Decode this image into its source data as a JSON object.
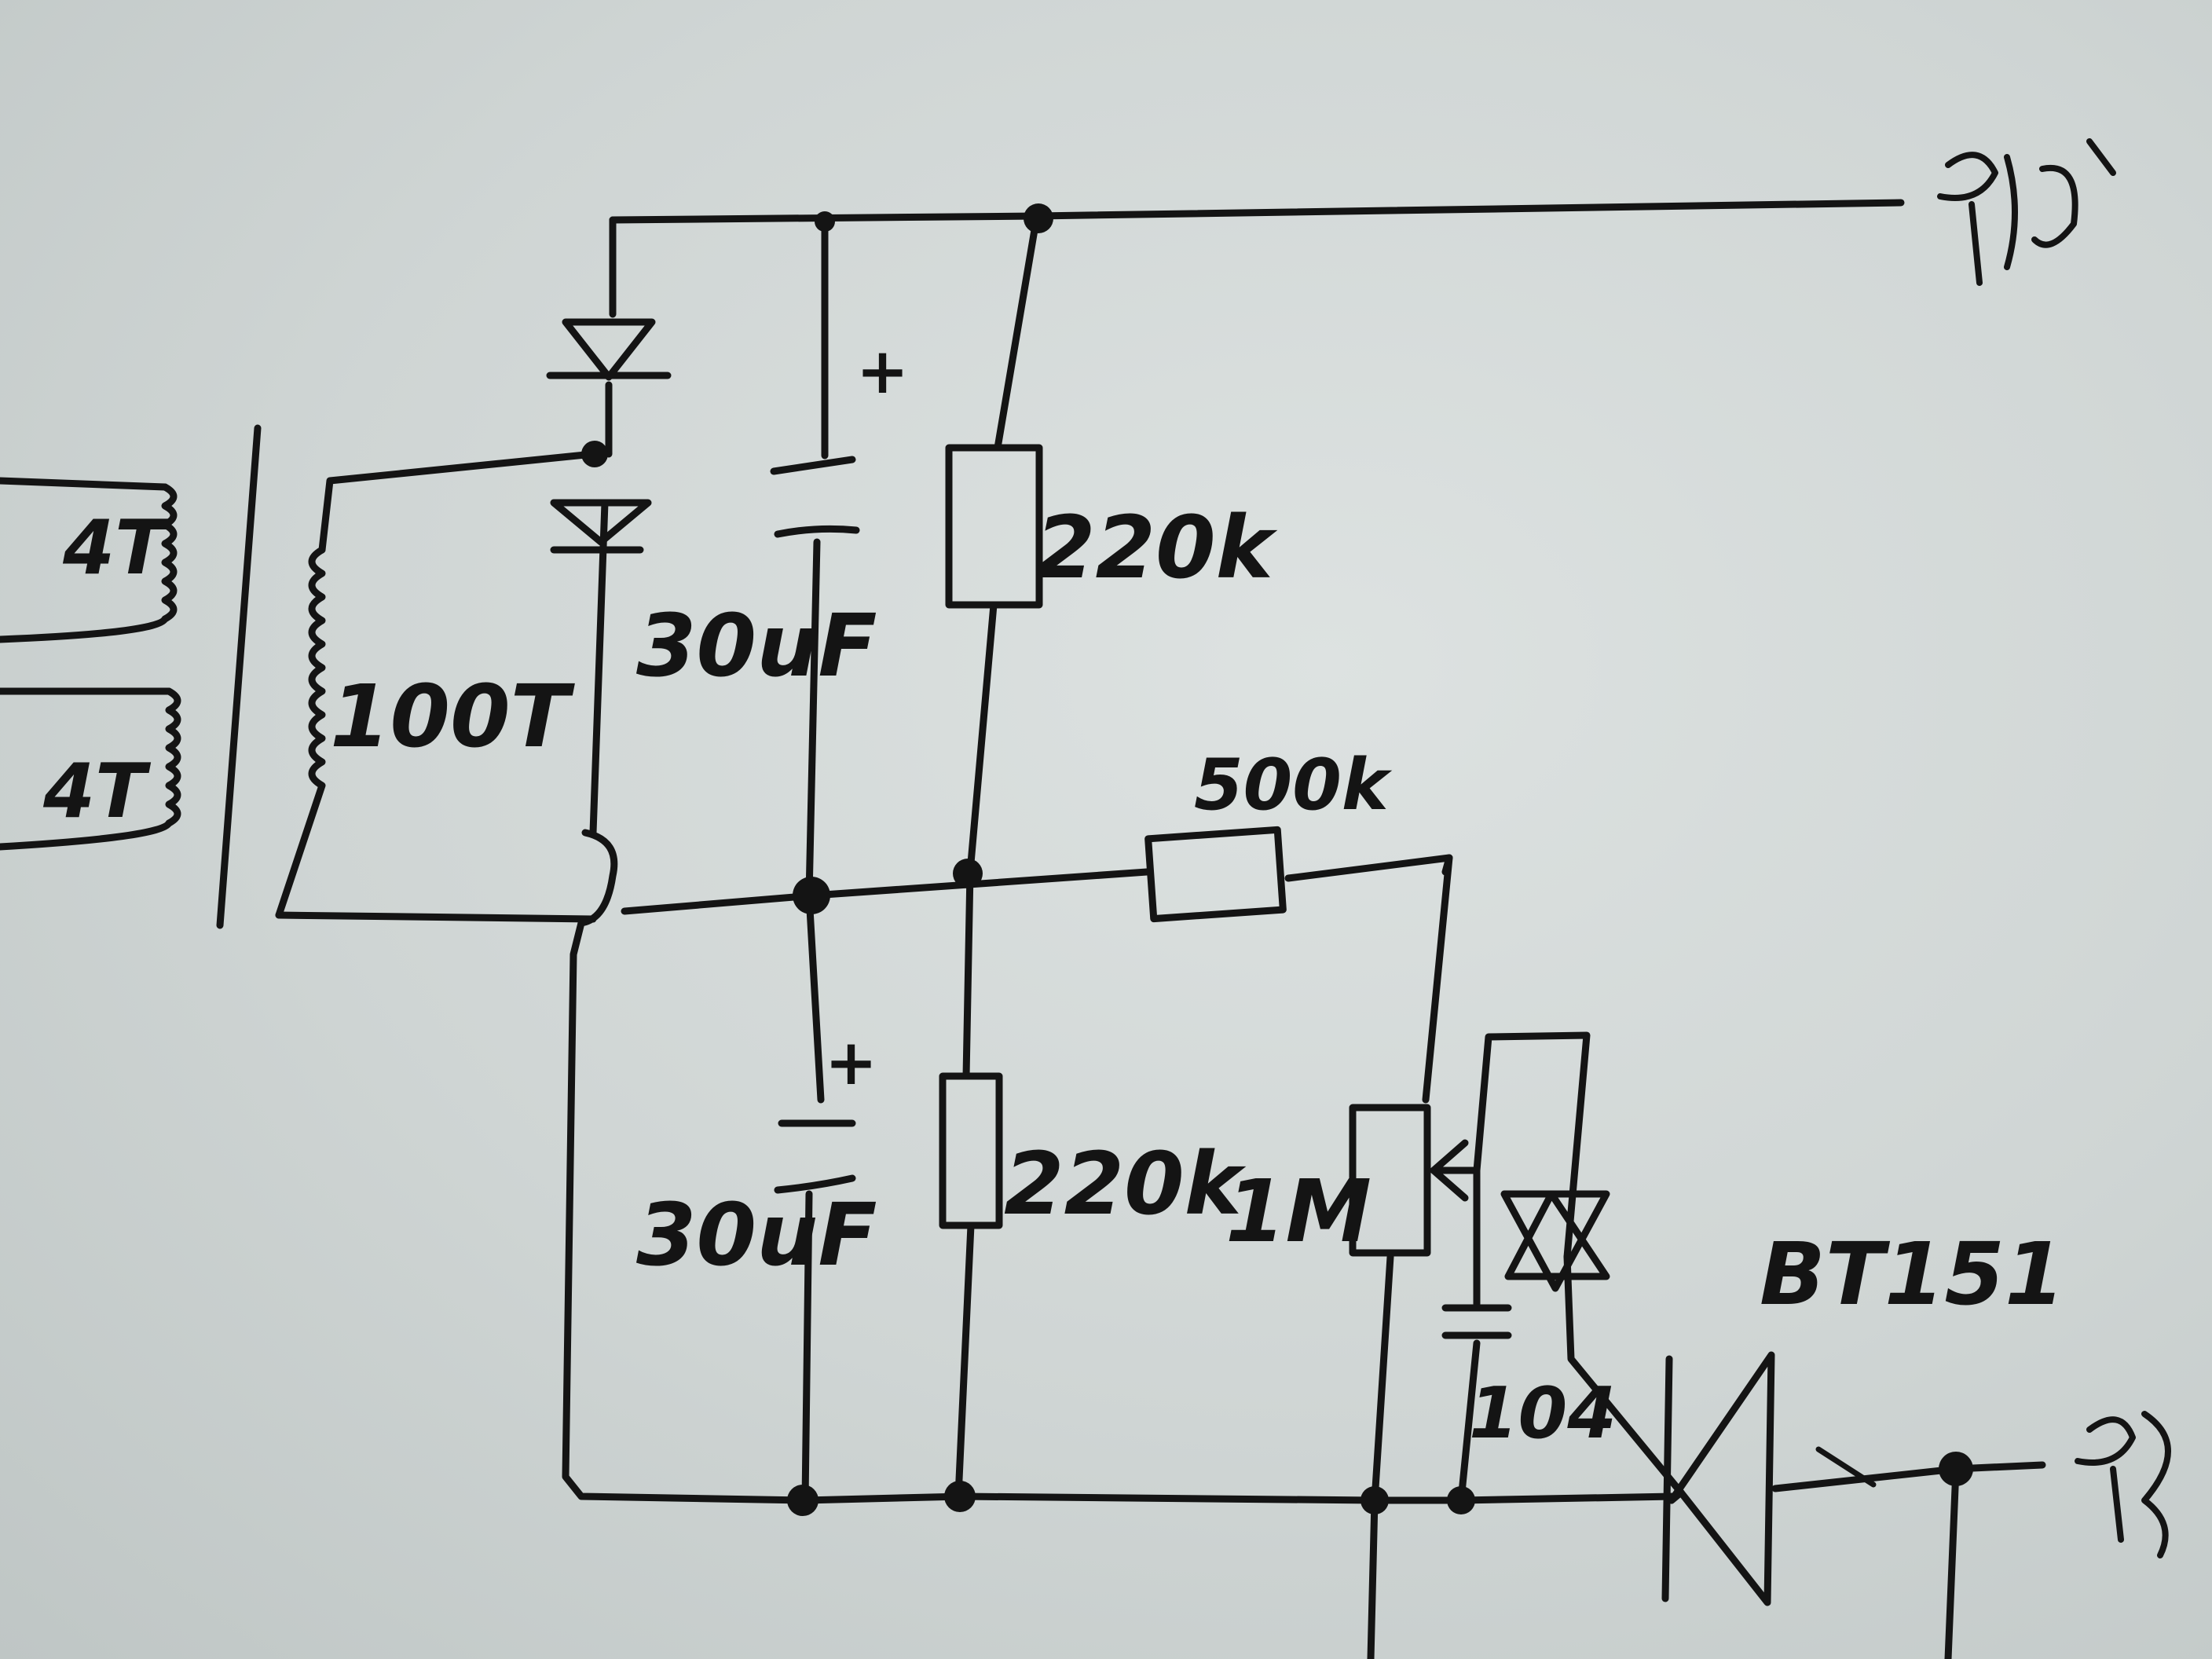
{
  "labels": {
    "transformer_primary_upper": "4T",
    "transformer_primary_lower": "4T",
    "transformer_secondary": "100T",
    "cap_upper": "30uF",
    "cap_lower": "30uF",
    "res_upper": "220k",
    "res_lower": "220k",
    "res_series": "500k",
    "pot": "1M",
    "cap_small": "104",
    "triac": "BT151",
    "plus_upper": "+",
    "plus_lower": "+"
  }
}
